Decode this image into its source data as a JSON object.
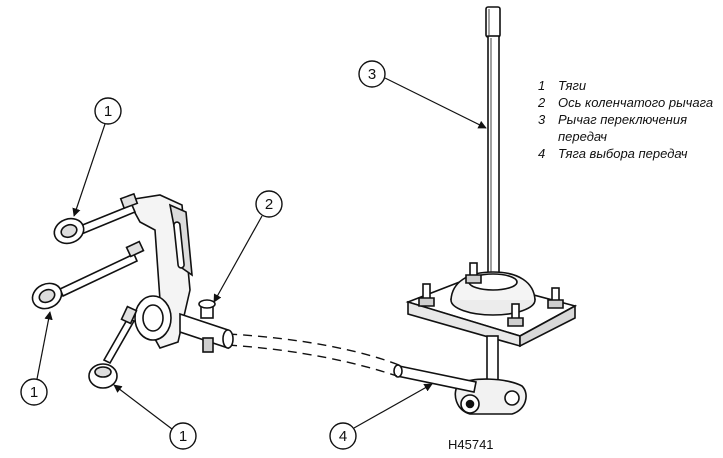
{
  "legend": [
    {
      "number": "1",
      "text": "Тяги"
    },
    {
      "number": "2",
      "text": "Ось коленчатого рычага"
    },
    {
      "number": "3",
      "text": "Рычаг переключения передач"
    },
    {
      "number": "4",
      "text": "Тяга выбора передач"
    }
  ],
  "callouts": {
    "c1a": "1",
    "c1b": "1",
    "c1c": "1",
    "c2": "2",
    "c3": "3",
    "c4": "4"
  },
  "figure_code": "H45741"
}
